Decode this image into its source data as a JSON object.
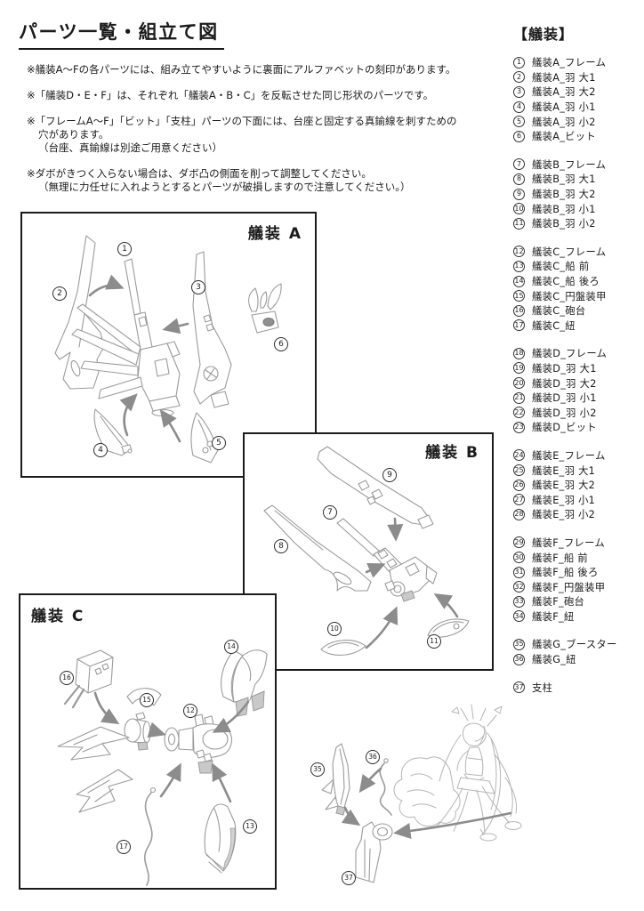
{
  "page": {
    "title": "パーツ一覧・組立て図"
  },
  "notes": [
    {
      "lines": [
        "※艤装A〜Fの各パーツには、組み立てやすいように裏面にアルファベットの刻印があります。"
      ]
    },
    {
      "lines": [
        "※「艤装D・E・F」は、それぞれ「艤装A・B・C」を反転させた同じ形状のパーツです。"
      ]
    },
    {
      "lines": [
        "※「フレームA〜F」「ビット」「支柱」パーツの下面には、台座と固定する真鍮線を刺すための",
        "穴があります。",
        "（台座、真鍮線は別途ご用意ください）"
      ]
    },
    {
      "lines": [
        "※ダボがきつく入らない場合は、ダボ凸の側面を削って調整してください。",
        "（無理に力任せに入れようとするとパーツが破損しますので注意してください。）"
      ]
    }
  ],
  "parts_list": {
    "header": "【艤装】",
    "groups": [
      {
        "items": [
          {
            "num": "1",
            "label": "艤装A_フレーム"
          },
          {
            "num": "2",
            "label": "艤装A_羽 大1"
          },
          {
            "num": "3",
            "label": "艤装A_羽 大2"
          },
          {
            "num": "4",
            "label": "艤装A_羽 小1"
          },
          {
            "num": "5",
            "label": "艤装A_羽 小2"
          },
          {
            "num": "6",
            "label": "艤装A_ビット"
          }
        ]
      },
      {
        "items": [
          {
            "num": "7",
            "label": "艤装B_フレーム"
          },
          {
            "num": "8",
            "label": "艤装B_羽 大1"
          },
          {
            "num": "9",
            "label": "艤装B_羽 大2"
          },
          {
            "num": "10",
            "label": "艤装B_羽 小1"
          },
          {
            "num": "11",
            "label": "艤装B_羽 小2"
          }
        ]
      },
      {
        "items": [
          {
            "num": "12",
            "label": "艤装C_フレーム"
          },
          {
            "num": "13",
            "label": "艤装C_船 前"
          },
          {
            "num": "14",
            "label": "艤装C_船 後ろ"
          },
          {
            "num": "15",
            "label": "艤装C_円盤装甲"
          },
          {
            "num": "16",
            "label": "艤装C_砲台"
          },
          {
            "num": "17",
            "label": "艤装C_紐"
          }
        ]
      },
      {
        "items": [
          {
            "num": "18",
            "label": "艤装D_フレーム"
          },
          {
            "num": "19",
            "label": "艤装D_羽 大1"
          },
          {
            "num": "20",
            "label": "艤装D_羽 大2"
          },
          {
            "num": "21",
            "label": "艤装D_羽 小1"
          },
          {
            "num": "22",
            "label": "艤装D_羽 小2"
          },
          {
            "num": "23",
            "label": "艤装D_ビット"
          }
        ]
      },
      {
        "items": [
          {
            "num": "24",
            "label": "艤装E_フレーム"
          },
          {
            "num": "25",
            "label": "艤装E_羽 大1"
          },
          {
            "num": "26",
            "label": "艤装E_羽 大2"
          },
          {
            "num": "27",
            "label": "艤装E_羽 小1"
          },
          {
            "num": "28",
            "label": "艤装E_羽 小2"
          }
        ]
      },
      {
        "items": [
          {
            "num": "29",
            "label": "艤装F_フレーム"
          },
          {
            "num": "30",
            "label": "艤装F_船 前"
          },
          {
            "num": "31",
            "label": "艤装F_船 後ろ"
          },
          {
            "num": "32",
            "label": "艤装F_円盤装甲"
          },
          {
            "num": "33",
            "label": "艤装F_砲台"
          },
          {
            "num": "34",
            "label": "艤装F_紐"
          }
        ]
      },
      {
        "items": [
          {
            "num": "35",
            "label": "艤装G_ブースター"
          },
          {
            "num": "36",
            "label": "艤装G_紐"
          }
        ]
      },
      {
        "items": [
          {
            "num": "37",
            "label": "支柱"
          }
        ]
      }
    ]
  },
  "diagrams": {
    "a": {
      "label": "艤装 A",
      "callouts": [
        "1",
        "2",
        "3",
        "4",
        "5",
        "6"
      ]
    },
    "b": {
      "label": "艤装 B",
      "callouts": [
        "7",
        "8",
        "9",
        "10",
        "11"
      ]
    },
    "c": {
      "label": "艤装 C",
      "callouts": [
        "12",
        "13",
        "14",
        "15",
        "16",
        "17"
      ]
    },
    "assembly": {
      "callouts": [
        "35",
        "36",
        "37"
      ]
    }
  }
}
